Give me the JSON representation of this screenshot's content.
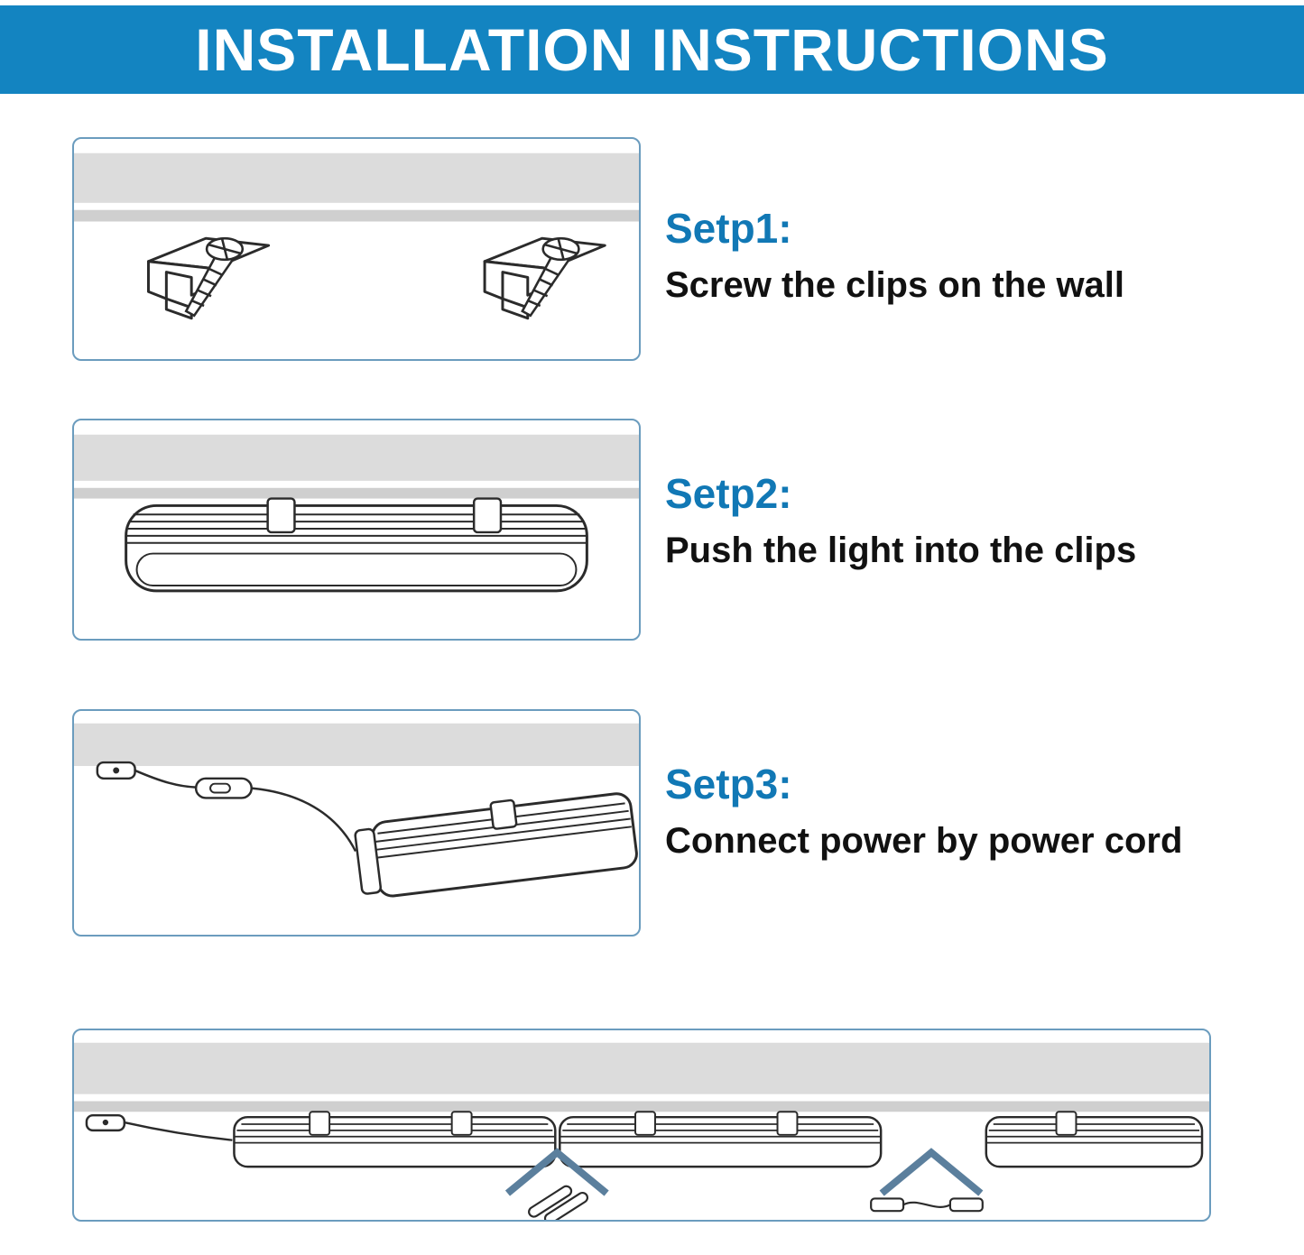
{
  "header": {
    "title": "INSTALLATION INSTRUCTIONS"
  },
  "steps": [
    {
      "label": "Setp1:",
      "description": "Screw the clips on the wall"
    },
    {
      "label": "Setp2:",
      "description": "Push the light into the clips"
    },
    {
      "label": "Setp3:",
      "description": "Connect power by power cord"
    }
  ],
  "colors": {
    "header_bg": "#1384c1",
    "header_text": "#ffffff",
    "step_label_blue": "#1178b5",
    "panel_border": "#6b9cbe",
    "wall_gray": "#dcdcdc",
    "wall_gray_dark": "#cfcfcf",
    "line_art": "#2b2b2b",
    "arrow_blue": "#5b7f9d"
  },
  "illustrations": {
    "step1_icon": "clips-screwed-to-wall-icon",
    "step2_icon": "light-pushed-into-clips-icon",
    "step3_icon": "power-cord-with-switch-icon",
    "bottom_icon": "linked-lights-with-connectors-icon"
  }
}
